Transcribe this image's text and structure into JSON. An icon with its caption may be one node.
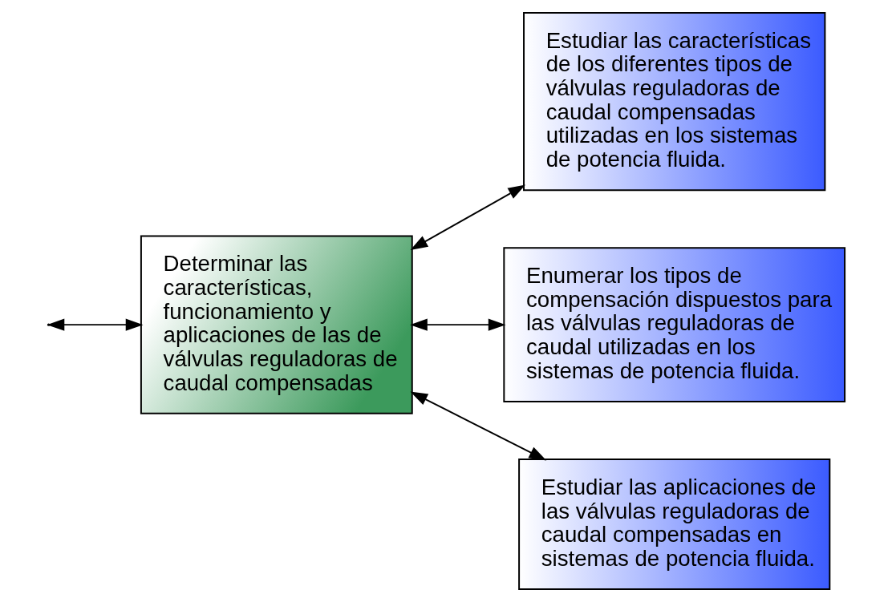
{
  "diagram": {
    "nodes": [
      {
        "text": [
          "Determinar las características, funcionamiento y aplicaciones de las de válvulas reguladoras de caudal compensadas"
        ]
      },
      {
        "text": [
          "Estudiar las características de los diferentes tipos de válvulas reguladoras de caudal compensadas utilizadas en los sistemas de potencia fluida."
        ]
      },
      {
        "text": [
          "Enumerar los tipos de compensación dispuestos para las válvulas reguladoras de caudal utilizadas en los sistemas de potencia fluida."
        ]
      },
      {
        "text": [
          "Estudiar las aplicaciones de las válvulas reguladoras de caudal compensadas en sistemas de potencia fluida."
        ]
      }
    ],
    "edges": [
      {
        "from": 0,
        "to": null,
        "arrow": "both"
      },
      {
        "from": 0,
        "to": 1,
        "arrow": "both"
      },
      {
        "from": 0,
        "to": 2,
        "arrow": "both"
      },
      {
        "from": 0,
        "to": 3,
        "arrow": "both"
      }
    ]
  }
}
